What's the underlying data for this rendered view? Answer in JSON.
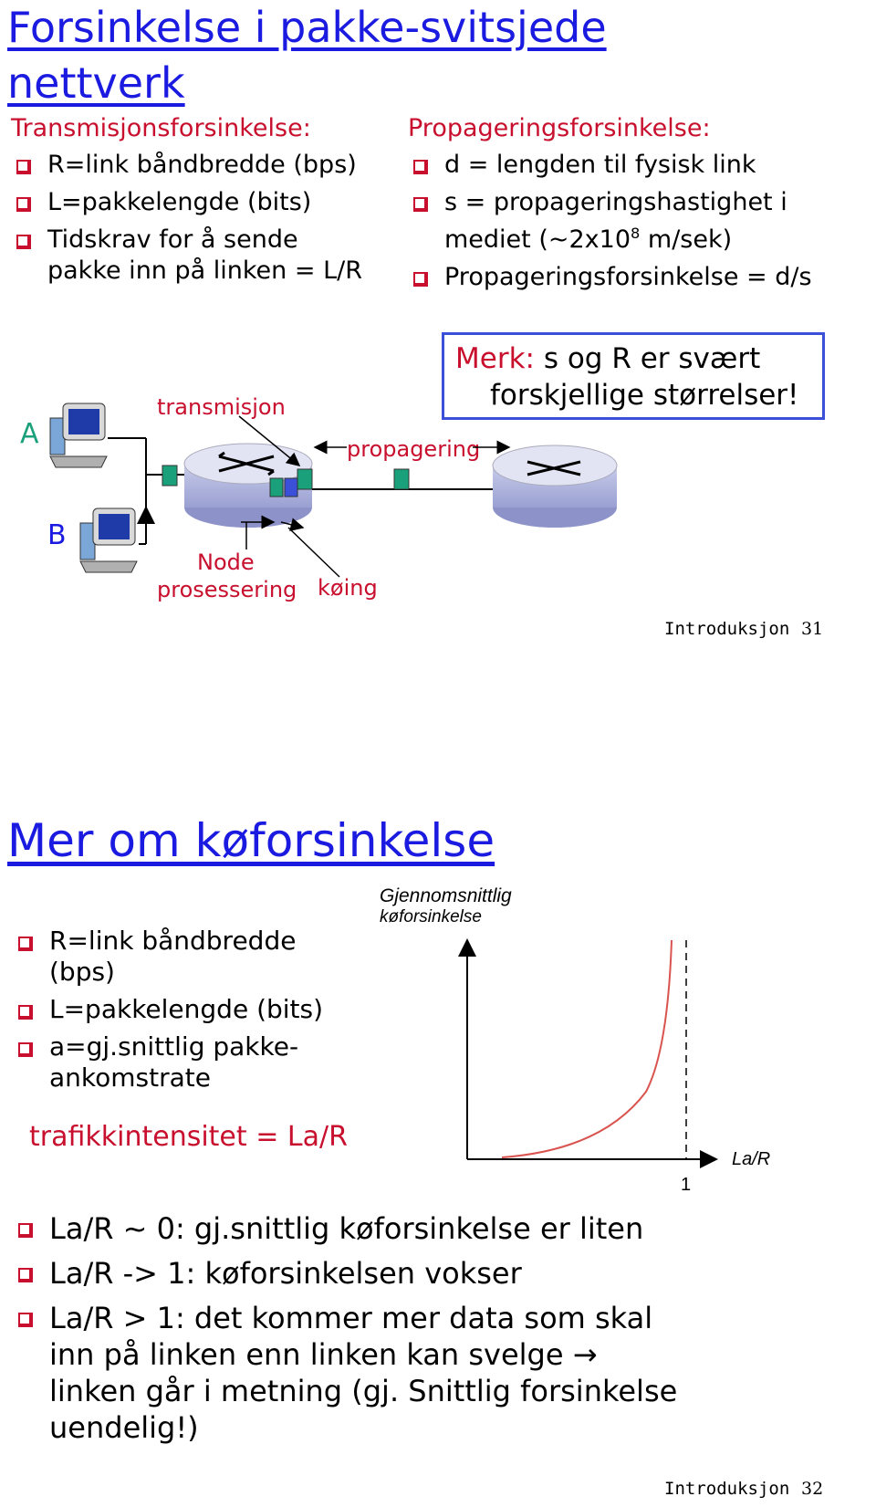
{
  "slide1": {
    "title_line1": "Forsinkelse i pakke-svitsjede",
    "title_line2": "nettverk",
    "left": {
      "heading": "Transmisjonsforsinkelse:",
      "items": [
        "R=link båndbredde (bps)",
        "L=pakkelengde (bits)",
        "Tidskrav for å sende pakke inn på linken = L/R"
      ]
    },
    "right": {
      "heading": "Propageringsforsinkelse:",
      "item1": "d = lengden til fysisk link",
      "item2_pre": "s = propageringshastighet i mediet (~2x10",
      "item2_sup": "8",
      "item2_post": " m/sek)",
      "item3": "Propageringsforsinkelse = d/s"
    },
    "note": {
      "label": "Merk:",
      "text": " s og R er svært",
      "line2": "forskjellige størrelser!"
    },
    "diagram": {
      "host_a": "A",
      "host_b": "B",
      "transmisjon": "transmisjon",
      "propagering": "propagering",
      "node_line1": "Node",
      "node_line2": "prosessering",
      "koing": "køing"
    },
    "footer": "Introduksjon",
    "page": "31",
    "colors": {
      "title": "#1a1ae0",
      "accent": "#c8102e",
      "packet": "#1aa07a"
    }
  },
  "slide2": {
    "title": "Mer om køforsinkelse",
    "items": [
      "R=link båndbredde (bps)",
      "L=pakkelengde (bits)",
      "a=gj.snittlig pakke-ankomstrate"
    ],
    "graph": {
      "ylabel_line1": "Gjennomsnittlig",
      "ylabel_line2": "køforsinkelse",
      "xlabel": "La/R",
      "tick": "1"
    },
    "formula": "trafikkintensitet = La/R",
    "bottom_items": [
      "La/R ~ 0: gj.snittlig køforsinkelse er liten",
      "La/R -> 1: køforsinkelsen vokser",
      "La/R > 1: det kommer mer data som skal inn på linken enn linken kan svelge → linken går i metning   (gj. Snittlig forsinkelse uendelig!)"
    ],
    "footer": "Introduksjon",
    "page": "32"
  }
}
